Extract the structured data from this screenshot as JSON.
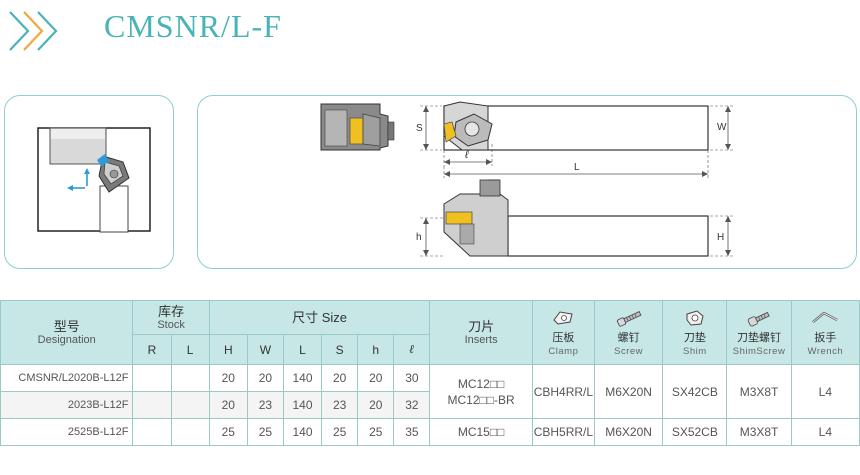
{
  "header": {
    "title": "CMSNR/L-F"
  },
  "diagram": {
    "dim_S": "S",
    "dim_W": "W",
    "dim_l": "ℓ",
    "dim_L": "L",
    "dim_h": "h",
    "dim_H": "H"
  },
  "table": {
    "col_designation_cn": "型号",
    "col_designation_en": "Designation",
    "col_stock_cn": "库存",
    "col_stock_en": "Stock",
    "col_R": "R",
    "col_L": "L",
    "col_size_title": "尺寸 Size",
    "col_H": "H",
    "col_W": "W",
    "col_L2": "L",
    "col_S": "S",
    "col_h": "h",
    "col_l": "ℓ",
    "col_inserts_cn": "刀片",
    "col_inserts_en": "Inserts",
    "col_clamp_cn": "压板",
    "col_clamp_en": "Clamp",
    "col_screw_cn": "螺钉",
    "col_screw_en": "Screw",
    "col_shim_cn": "刀垫",
    "col_shim_en": "Shim",
    "col_shimscrew_cn": "刀垫螺钉",
    "col_shimscrew_en": "ShimScrew",
    "col_wrench_cn": "扳手",
    "col_wrench_en": "Wrench",
    "rows": [
      {
        "designation": "CMSNR/L2020B-L12F",
        "H": "20",
        "W": "20",
        "L": "140",
        "S": "20",
        "h": "20",
        "l": "30"
      },
      {
        "designation": "2023B-L12F",
        "H": "20",
        "W": "23",
        "L": "140",
        "S": "23",
        "h": "20",
        "l": "32"
      },
      {
        "designation": "2525B-L12F",
        "H": "25",
        "W": "25",
        "L": "140",
        "S": "25",
        "h": "25",
        "l": "35"
      }
    ],
    "group1": {
      "insert1": "MC12□□",
      "insert2": "MC12□□-BR",
      "clamp": "CBH4RR/L",
      "screw": "M6X20N",
      "shim": "SX42CB",
      "shimscrew": "M3X8T",
      "wrench": "L4"
    },
    "group2": {
      "insert": "MC15□□",
      "clamp": "CBH5RR/L",
      "screw": "M6X20N",
      "shim": "SX52CB",
      "shimscrew": "M3X8T",
      "wrench": "L4"
    }
  }
}
